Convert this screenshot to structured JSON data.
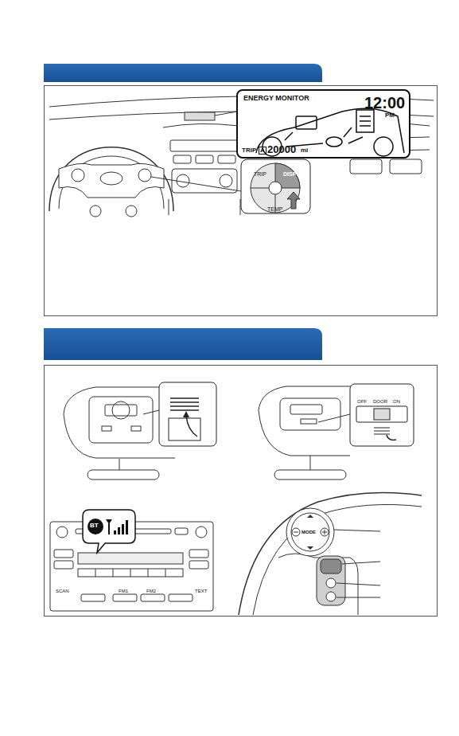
{
  "diagram": {
    "nodes": [
      {
        "text": [
          "ENERGY MONITOR",
          "12:00",
          "PM",
          "TRIP",
          "A",
          "20000",
          "mi"
        ]
      },
      {
        "text": [
          "TRIP",
          "DISP",
          "TEMP"
        ]
      },
      {
        "text": [
          "OFF",
          "DOOR",
          "ON"
        ]
      },
      {
        "text": [
          "BT"
        ]
      },
      {
        "text": [
          "MODE"
        ]
      }
    ],
    "labels": [
      "SCAN",
      "FM1",
      "FM2",
      "TEXT"
    ]
  }
}
